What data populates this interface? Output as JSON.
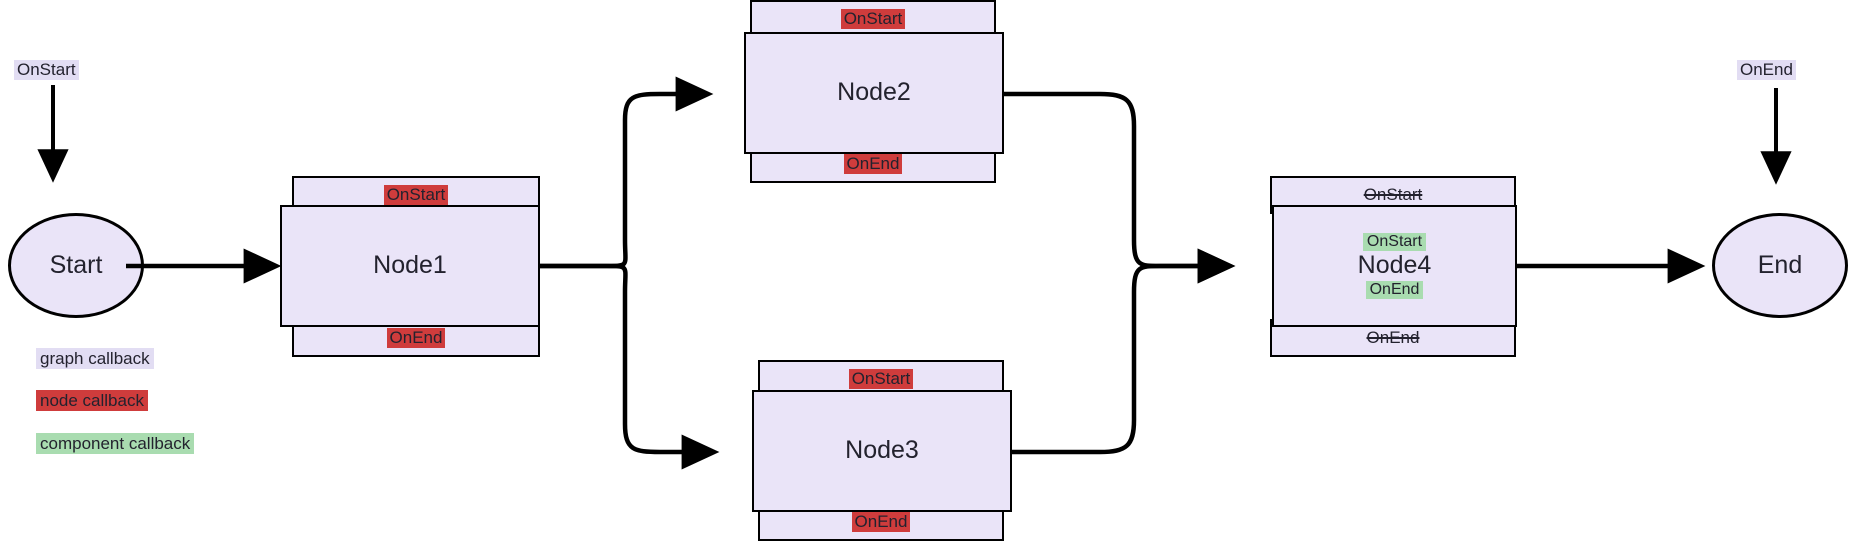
{
  "graph": {
    "start_node": {
      "label": "Start"
    },
    "end_node": {
      "label": "End"
    },
    "graph_callbacks": [
      {
        "name": "graph-oncall-start",
        "text": "OnStart"
      },
      {
        "name": "graph-oncall-end",
        "text": "OnEnd"
      }
    ],
    "nodes": [
      {
        "id": "node1",
        "title": "Node1",
        "top_bar": {
          "text": "OnStart",
          "kind": "node",
          "struck": false
        },
        "bottom_bar": {
          "text": "OnEnd",
          "kind": "node",
          "struck": false
        },
        "inner": []
      },
      {
        "id": "node2",
        "title": "Node2",
        "top_bar": {
          "text": "OnStart",
          "kind": "node",
          "struck": false
        },
        "bottom_bar": {
          "text": "OnEnd",
          "kind": "node",
          "struck": false
        },
        "inner": []
      },
      {
        "id": "node3",
        "title": "Node3",
        "top_bar": {
          "text": "OnStart",
          "kind": "node",
          "struck": false
        },
        "bottom_bar": {
          "text": "OnEnd",
          "kind": "node",
          "struck": false
        },
        "inner": []
      },
      {
        "id": "node4",
        "title": "Node4",
        "top_bar": {
          "text": "OnStart",
          "kind": "plain",
          "struck": true
        },
        "bottom_bar": {
          "text": "OnEnd",
          "kind": "plain",
          "struck": true
        },
        "inner": [
          {
            "text": "OnStart",
            "kind": "component"
          },
          {
            "text": "OnEnd",
            "kind": "component"
          }
        ]
      }
    ],
    "edges": [
      {
        "from": "graph-start-callback",
        "to": "Start"
      },
      {
        "from": "Start",
        "to": "Node1"
      },
      {
        "from": "Node1",
        "to": "Node2"
      },
      {
        "from": "Node1",
        "to": "Node3"
      },
      {
        "from": "Node2",
        "to": "Node4"
      },
      {
        "from": "Node3",
        "to": "Node4"
      },
      {
        "from": "Node4",
        "to": "End"
      },
      {
        "from": "graph-end-callback",
        "to": "End"
      }
    ]
  },
  "legend": {
    "items": [
      {
        "key": "graph",
        "label": "graph callback",
        "color": "#e2ddf3"
      },
      {
        "key": "node",
        "label": "node callback",
        "color": "#cf3c3c"
      },
      {
        "key": "component",
        "label": "component callback",
        "color": "#a9dcb0"
      }
    ]
  },
  "colors": {
    "node_fill": "#eae4f8",
    "stroke": "#000000",
    "graph_callback": "#e2ddf3",
    "node_callback": "#cf3c3c",
    "component_callback": "#a9dcb0",
    "background": "#ffffff",
    "text": "#23222e"
  }
}
